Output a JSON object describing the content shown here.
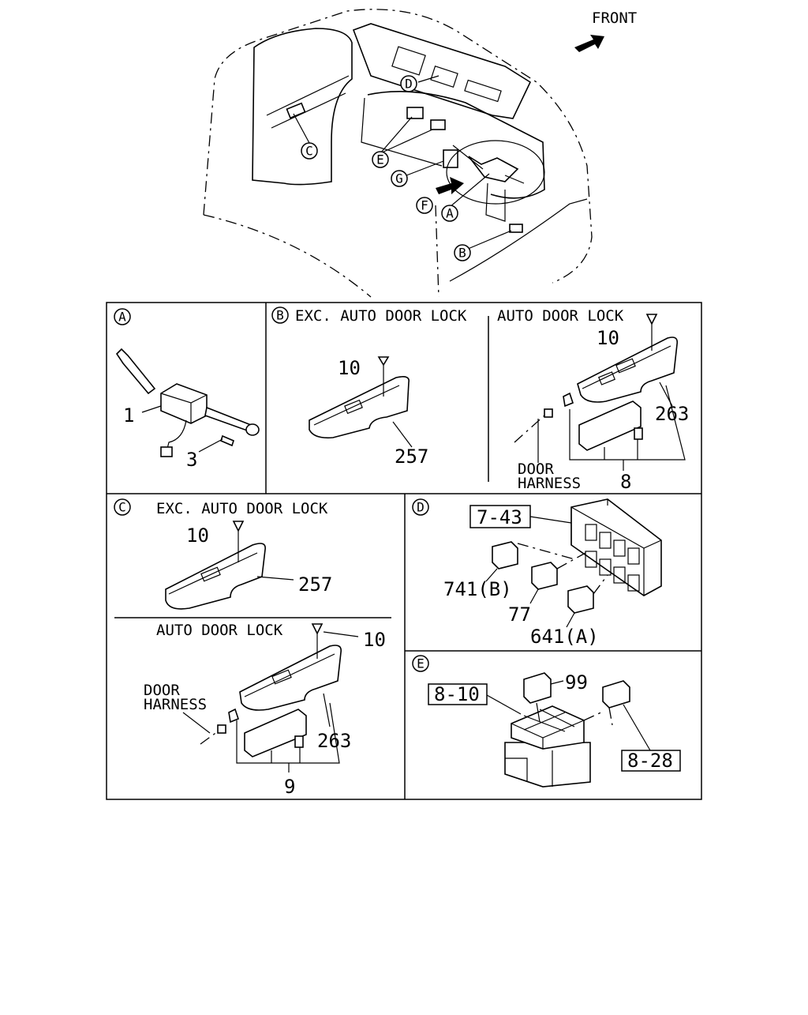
{
  "overview": {
    "front_label": "FRONT",
    "callouts": [
      "A",
      "B",
      "C",
      "D",
      "E",
      "F",
      "G"
    ]
  },
  "panel_a": {
    "letter": "A",
    "parts": [
      "1",
      "3"
    ]
  },
  "panel_b": {
    "letter": "B",
    "left_heading": "EXC. AUTO DOOR LOCK",
    "left_parts": [
      "10",
      "257"
    ],
    "right_heading": "AUTO DOOR LOCK",
    "right_parts": [
      "10",
      "263",
      "8"
    ],
    "door_harness": [
      "DOOR",
      "HARNESS"
    ]
  },
  "panel_c": {
    "letter": "C",
    "top_heading": "EXC. AUTO DOOR LOCK",
    "top_parts": [
      "10",
      "257"
    ],
    "bottom_heading": "AUTO DOOR LOCK",
    "bottom_parts": [
      "10",
      "263",
      "9"
    ],
    "door_harness": [
      "DOOR",
      "HARNESS"
    ]
  },
  "panel_d": {
    "letter": "D",
    "ref_box": "7-43",
    "parts": [
      "741(B)",
      "77",
      "641(A)"
    ]
  },
  "panel_e": {
    "letter": "E",
    "ref_box_left": "8-10",
    "ref_box_right": "8-28",
    "parts": [
      "99"
    ]
  }
}
